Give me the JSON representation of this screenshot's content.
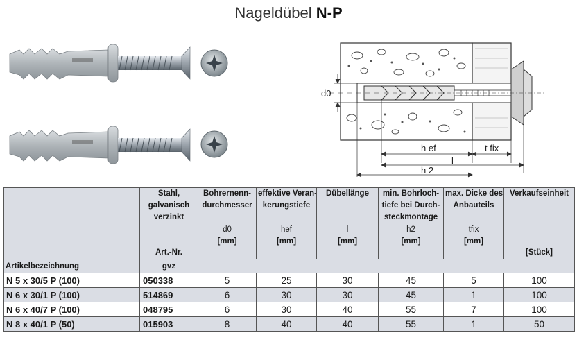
{
  "title": {
    "main": "Nageldübel",
    "bold": "N-P"
  },
  "diagram": {
    "labels": {
      "d0": "d0",
      "hef": "h ef",
      "tfix": "t fix",
      "l": "l",
      "h2": "h 2"
    }
  },
  "table": {
    "headers": [
      {
        "lines": [
          "Stahl,",
          "galvanisch",
          "verzinkt"
        ],
        "sym": "",
        "unit": "Art.-Nr."
      },
      {
        "lines": [
          "Bohrernenn-",
          "durchmesser"
        ],
        "sym": "d0",
        "unit": "[mm]"
      },
      {
        "lines": [
          "effektive Veran-",
          "kerungstiefe"
        ],
        "sym": "hef",
        "unit": "[mm]"
      },
      {
        "lines": [
          "Dübellänge"
        ],
        "sym": "l",
        "unit": "[mm]"
      },
      {
        "lines": [
          "min. Bohrloch-",
          "tiefe bei Durch-",
          "steckmontage"
        ],
        "sym": "h2",
        "unit": "[mm]"
      },
      {
        "lines": [
          "max. Dicke des",
          "Anbauteils"
        ],
        "sym": "tfix",
        "unit": "[mm]"
      },
      {
        "lines": [
          "Verkaufseinheit"
        ],
        "sym": "",
        "unit": "[Stück]"
      }
    ],
    "subheader": {
      "name_label": "Artikelbezeichnung",
      "art_label": "gvz"
    },
    "rows": [
      {
        "name": "N 5 x 30/5 P (100)",
        "art": "050338",
        "d0": "5",
        "hef": "25",
        "l": "30",
        "h2": "45",
        "tfix": "5",
        "unit": "100"
      },
      {
        "name": "N 6 x 30/1 P (100)",
        "art": "514869",
        "d0": "6",
        "hef": "30",
        "l": "30",
        "h2": "45",
        "tfix": "1",
        "unit": "100"
      },
      {
        "name": "N 6 x 40/7 P (100)",
        "art": "048795",
        "d0": "6",
        "hef": "30",
        "l": "40",
        "h2": "55",
        "tfix": "7",
        "unit": "100"
      },
      {
        "name": "N 8 x 40/1 P (50)",
        "art": "015903",
        "d0": "8",
        "hef": "40",
        "l": "40",
        "h2": "55",
        "tfix": "1",
        "unit": "50"
      }
    ]
  }
}
